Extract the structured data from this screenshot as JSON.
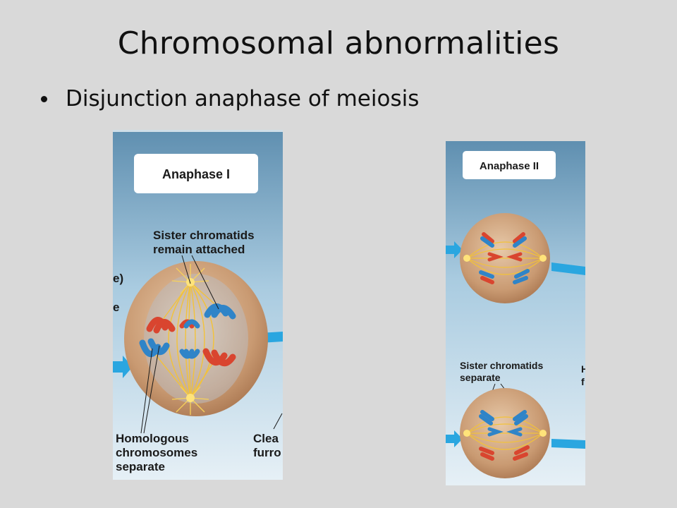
{
  "slide": {
    "title": "Chromosomal abnormalities",
    "bullet": "Disjunction  anaphase of meiosis"
  },
  "figure_left": {
    "header": "Anaphase I",
    "sister_label_line1": "Sister chromatids",
    "sister_label_line2": "remain attached",
    "homologous_line1": "Homologous",
    "homologous_line2": "chromosomes",
    "homologous_line3": "separate",
    "cleavage_line1": "Clea",
    "cleavage_line2": "furro",
    "cut_text_1": "e)",
    "cut_text_2": "e"
  },
  "figure_right": {
    "header": "Anaphase II",
    "sister_label_line1": "Sister chromatids",
    "sister_label_line2": "separate",
    "cut_text_1": "H",
    "cut_text_2": "f"
  },
  "colors": {
    "background": "#d9d9d9",
    "panel_top": "#5f8fb0",
    "panel_bottom": "#dbe9f2",
    "cell": "#c99a72",
    "chromosome_red": "#d9452f",
    "chromosome_blue": "#2f84c8",
    "spindle": "#f2c23a",
    "arrow": "#2aa6e0"
  }
}
